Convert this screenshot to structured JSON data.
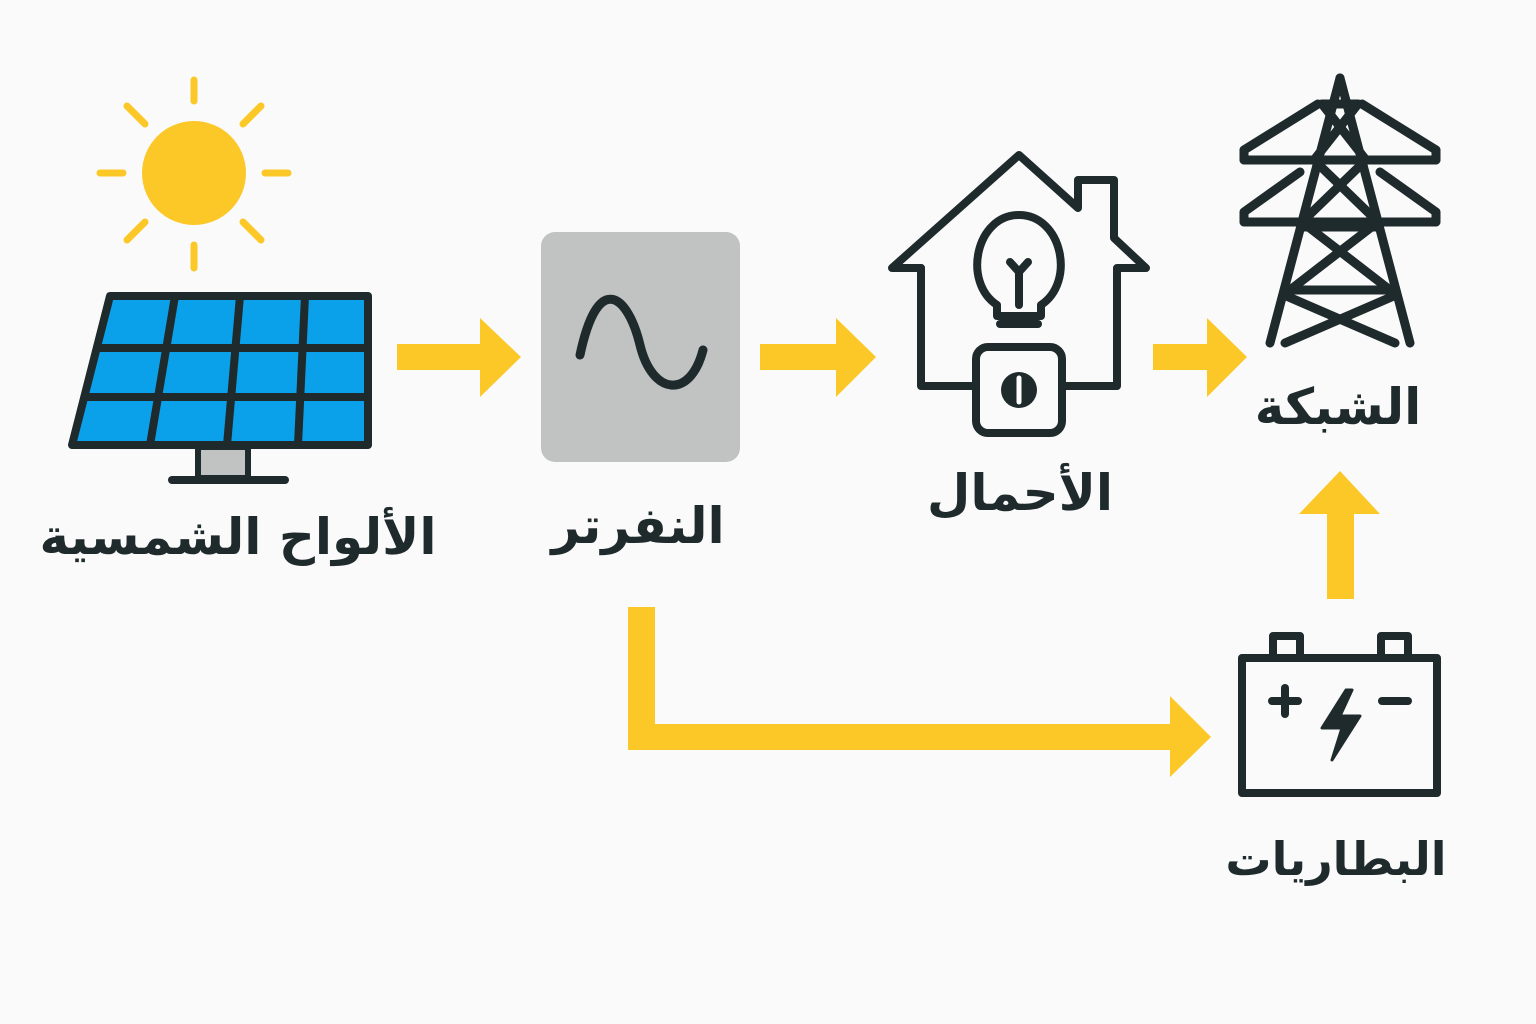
{
  "labels": {
    "solar_panels": "الألواح الشمسية",
    "inverter": "النفرتر",
    "loads": "الأحمال",
    "grid": "الشبكة",
    "batteries": "البطاريات"
  },
  "colors": {
    "arrow": "#fcc827",
    "sun": "#fcc827",
    "panel_cell": "#0ba0ea",
    "outline": "#1f2a2c",
    "inverter_box": "#c0c3c2",
    "background": "#fafafa"
  },
  "icons": [
    "sun-icon",
    "solar-panel-icon",
    "inverter-wave-icon",
    "house-bulb-outlet-icon",
    "power-tower-icon",
    "battery-icon"
  ]
}
